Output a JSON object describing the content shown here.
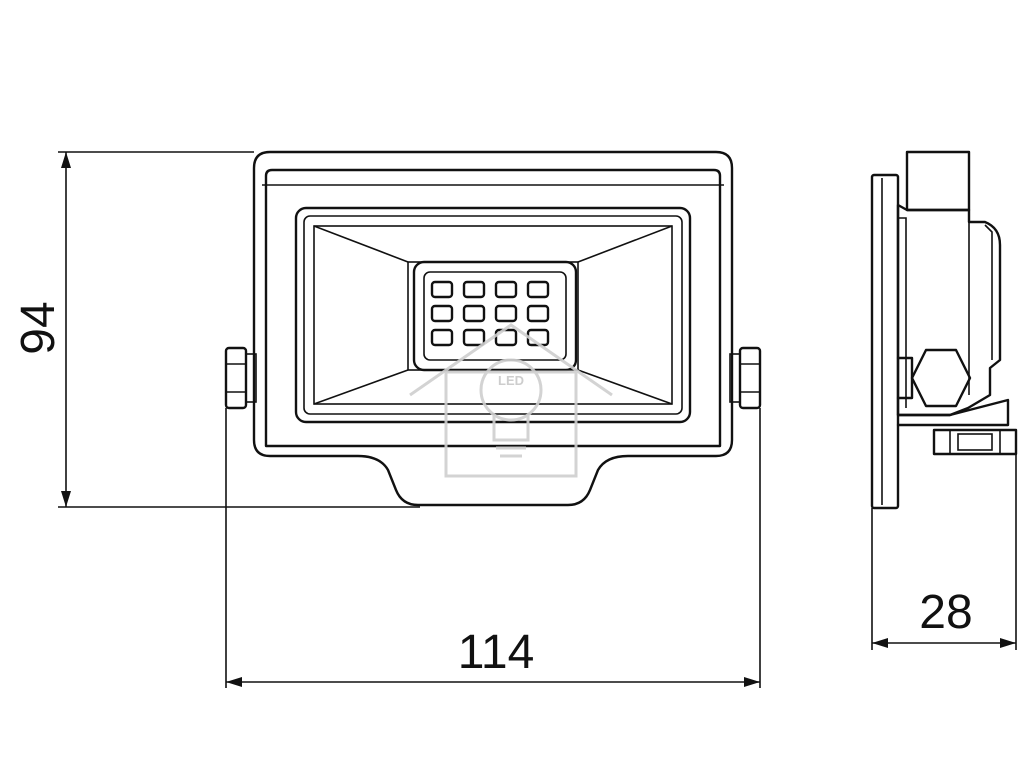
{
  "dimensions": {
    "height": "94",
    "width": "114",
    "depth": "28"
  },
  "watermark": {
    "text": "LED"
  },
  "colors": {
    "line": "#111111",
    "background": "#ffffff",
    "watermark": "#cfcfcf"
  }
}
